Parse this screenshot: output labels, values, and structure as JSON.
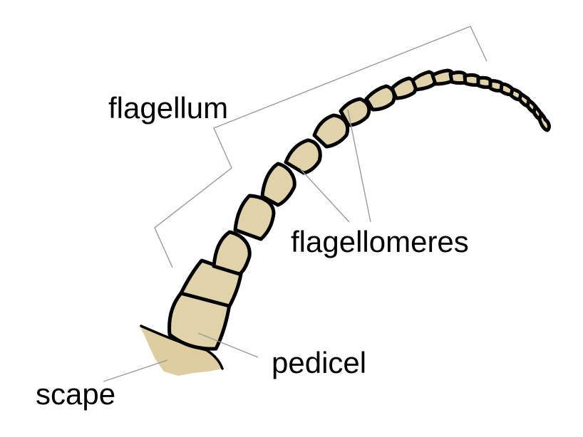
{
  "labels": {
    "flagellum": "flagellum",
    "flagellomeres": "flagellomeres",
    "pedicel": "pedicel",
    "scape": "scape"
  },
  "colors": {
    "segment_fill": "#E0D3A9",
    "scape_fill": "#DDCDA0",
    "outline": "#000000",
    "leader_line": "#9A9A9A"
  }
}
